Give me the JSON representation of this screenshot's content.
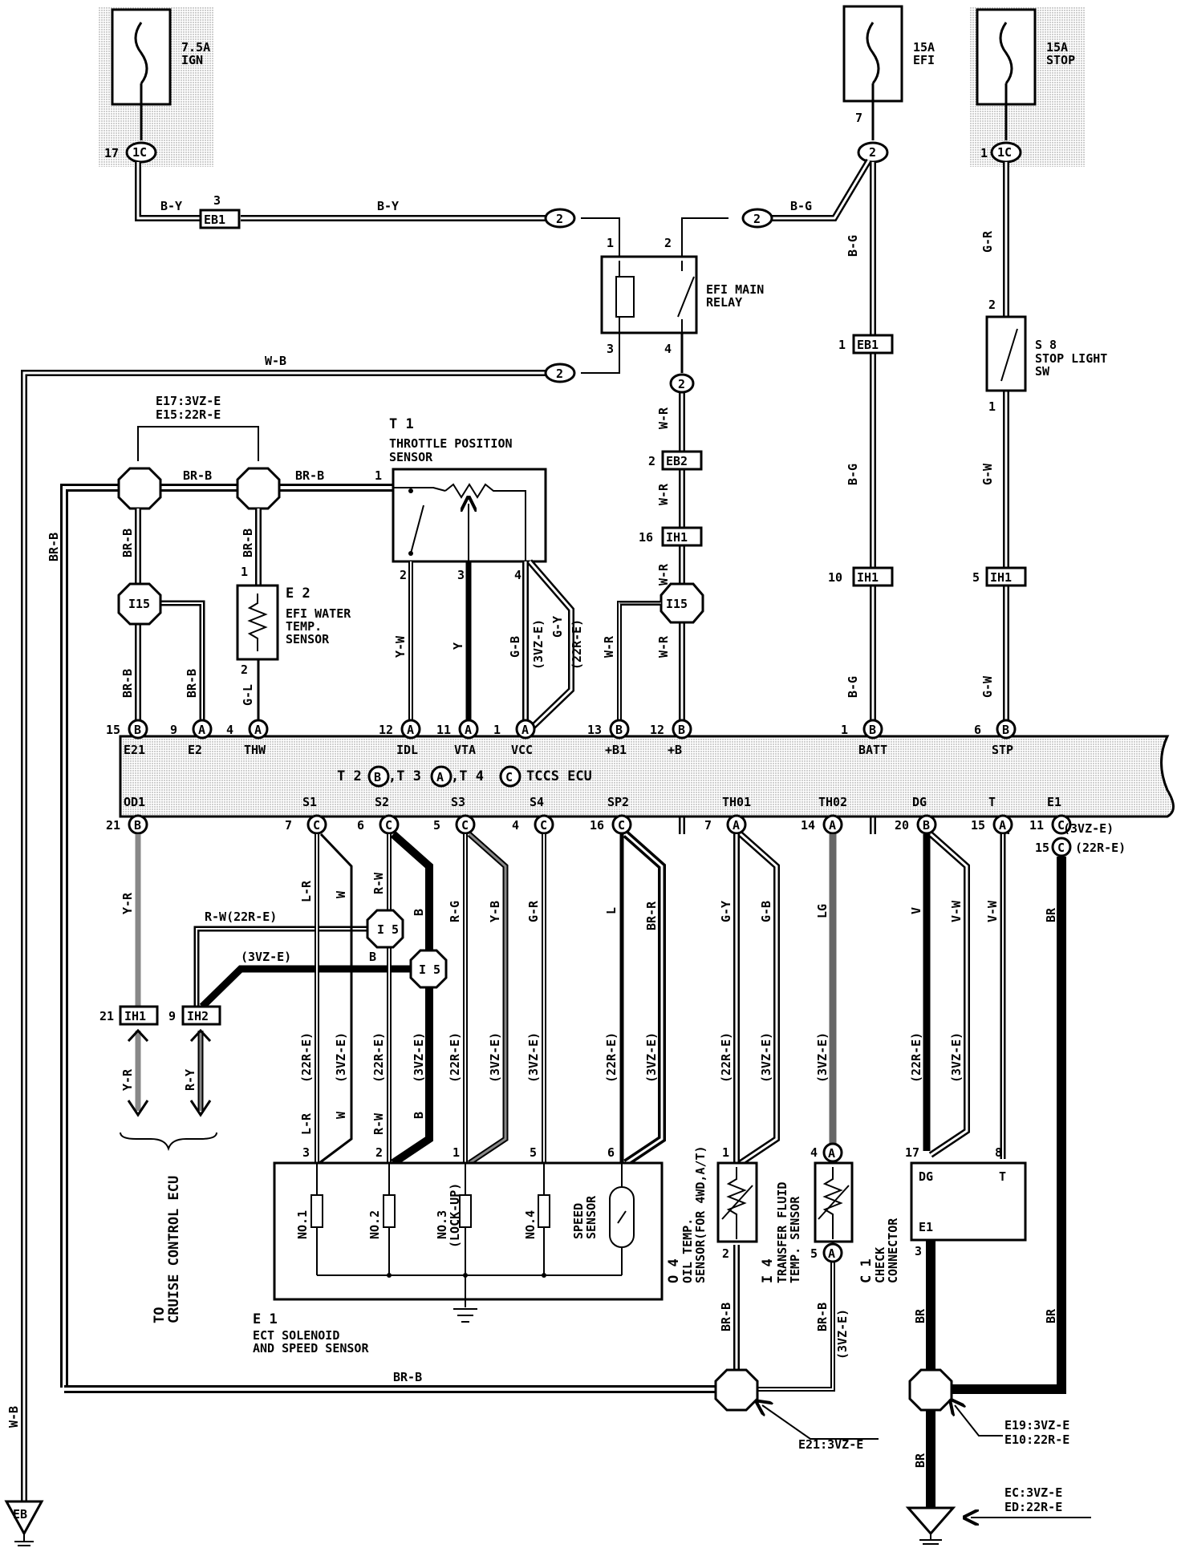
{
  "fuses": {
    "ign": {
      "rating": "7.5A",
      "name": "IGN",
      "pin": "17",
      "conn": "1C"
    },
    "efi": {
      "rating": "15A",
      "name": "EFI",
      "pin": "7",
      "conn": "2"
    },
    "stop": {
      "rating": "15A",
      "name": "STOP",
      "pin": "1",
      "conn": "1C"
    }
  },
  "relay": {
    "title_1": "EFI MAIN",
    "title_2": "RELAY",
    "pin1": "1",
    "pin2": "2",
    "pin3": "3",
    "pin4": "4"
  },
  "connectors": {
    "eb1": "EB1",
    "eb2": "EB2",
    "ih1": "IH1",
    "ih2": "IH2",
    "i15": "I15",
    "i5": "I 5",
    "two": "2",
    "eb": "EB"
  },
  "wires": {
    "by": "B-Y",
    "bg": "B-G",
    "wb": "W-B",
    "brb": "BR-B",
    "gr": "G-R",
    "gw": "G-W",
    "wr": "W-R",
    "yw": "Y-W",
    "y": "Y",
    "gb": "G-B",
    "gy": "G-Y",
    "gl": "G-L",
    "yr": "Y-R",
    "ry": "R-Y",
    "lr": "L-R",
    "w": "W",
    "rw": "R-W",
    "b": "B",
    "rg": "R-G",
    "yb": "Y-B",
    "l": "L",
    "brr": "BR-R",
    "lg": "LG",
    "v": "V",
    "vw": "V-W",
    "br": "BR",
    "rw22": "R-W(22R-E)",
    "p3vz": "(3VZ-E)",
    "p22r": "(22R-E)"
  },
  "junctions": {
    "top_1": "E17:3VZ-E",
    "top_2": "E15:22R-E",
    "e21": "E21:3VZ-E",
    "e19_1": "E19:3VZ-E",
    "e19_2": "E10:22R-E",
    "ec_1": "EC:3VZ-E",
    "ec_2": "ED:22R-E"
  },
  "components": {
    "t1_id": "T 1",
    "t1_name_1": "THROTTLE POSITION",
    "t1_name_2": "SENSOR",
    "e2_id": "E 2",
    "e2_name_1": "EFI WATER",
    "e2_name_2": "TEMP.",
    "e2_name_3": "SENSOR",
    "s8_id": "S 8",
    "s8_name_1": "STOP LIGHT",
    "s8_name_2": "SW",
    "e1_id": "E 1",
    "e1_name_1": "ECT SOLENOID",
    "e1_name_2": "AND SPEED SENSOR",
    "o4_id": "O 4",
    "o4_name_1": "OIL TEMP.",
    "o4_name_2": "SENSOR(FOR 4WD,A/T)",
    "i4_id": "I 4",
    "i4_name_1": "TRANSFER FLUID",
    "i4_name_2": "TEMP. SENSOR",
    "c1_id": "C 1",
    "c1_name_1": "CHECK",
    "c1_name_2": "CONNECTOR",
    "c1_dg": "DG",
    "c1_t": "T",
    "c1_e1": "E1",
    "cruise_1": "TO",
    "cruise_2": "CRUISE CONTROL ECU",
    "sol1": "NO.1",
    "sol2": "NO.2",
    "sol3_1": "NO.3",
    "sol3_2": "(LOCK-UP)",
    "sol4": "NO.4",
    "speed_1": "SPEED",
    "speed_2": "SENSOR"
  },
  "ecu": {
    "title": "TCCS ECU",
    "caption_t2": "T 2",
    "caption_t3": ",T 3",
    "caption_t4": ",T 4",
    "top_terms": [
      "E21",
      "E2",
      "THW",
      "IDL",
      "VTA",
      "VCC",
      "+B1",
      "+B",
      "BATT",
      "STP"
    ],
    "top_pins": [
      "15",
      "9",
      "4",
      "12",
      "11",
      "1",
      "13",
      "12",
      "1",
      "6"
    ],
    "top_conns": [
      "B",
      "A",
      "A",
      "A",
      "A",
      "A",
      "B",
      "B",
      "B",
      "B"
    ],
    "bot_terms": [
      "OD1",
      "S1",
      "S2",
      "S3",
      "S4",
      "SP2",
      "TH01",
      "TH02",
      "DG",
      "T",
      "E1"
    ],
    "bot_pins": [
      "21",
      "7",
      "6",
      "5",
      "4",
      "16",
      "7",
      "14",
      "20",
      "15",
      "11"
    ],
    "bot_conns": [
      "B",
      "C",
      "C",
      "C",
      "C",
      "C",
      "A",
      "A",
      "B",
      "A",
      "C"
    ],
    "e1_extra_pin": "15",
    "e1_note_1": "(3VZ-E)",
    "e1_note_2": "(22R-E)"
  }
}
